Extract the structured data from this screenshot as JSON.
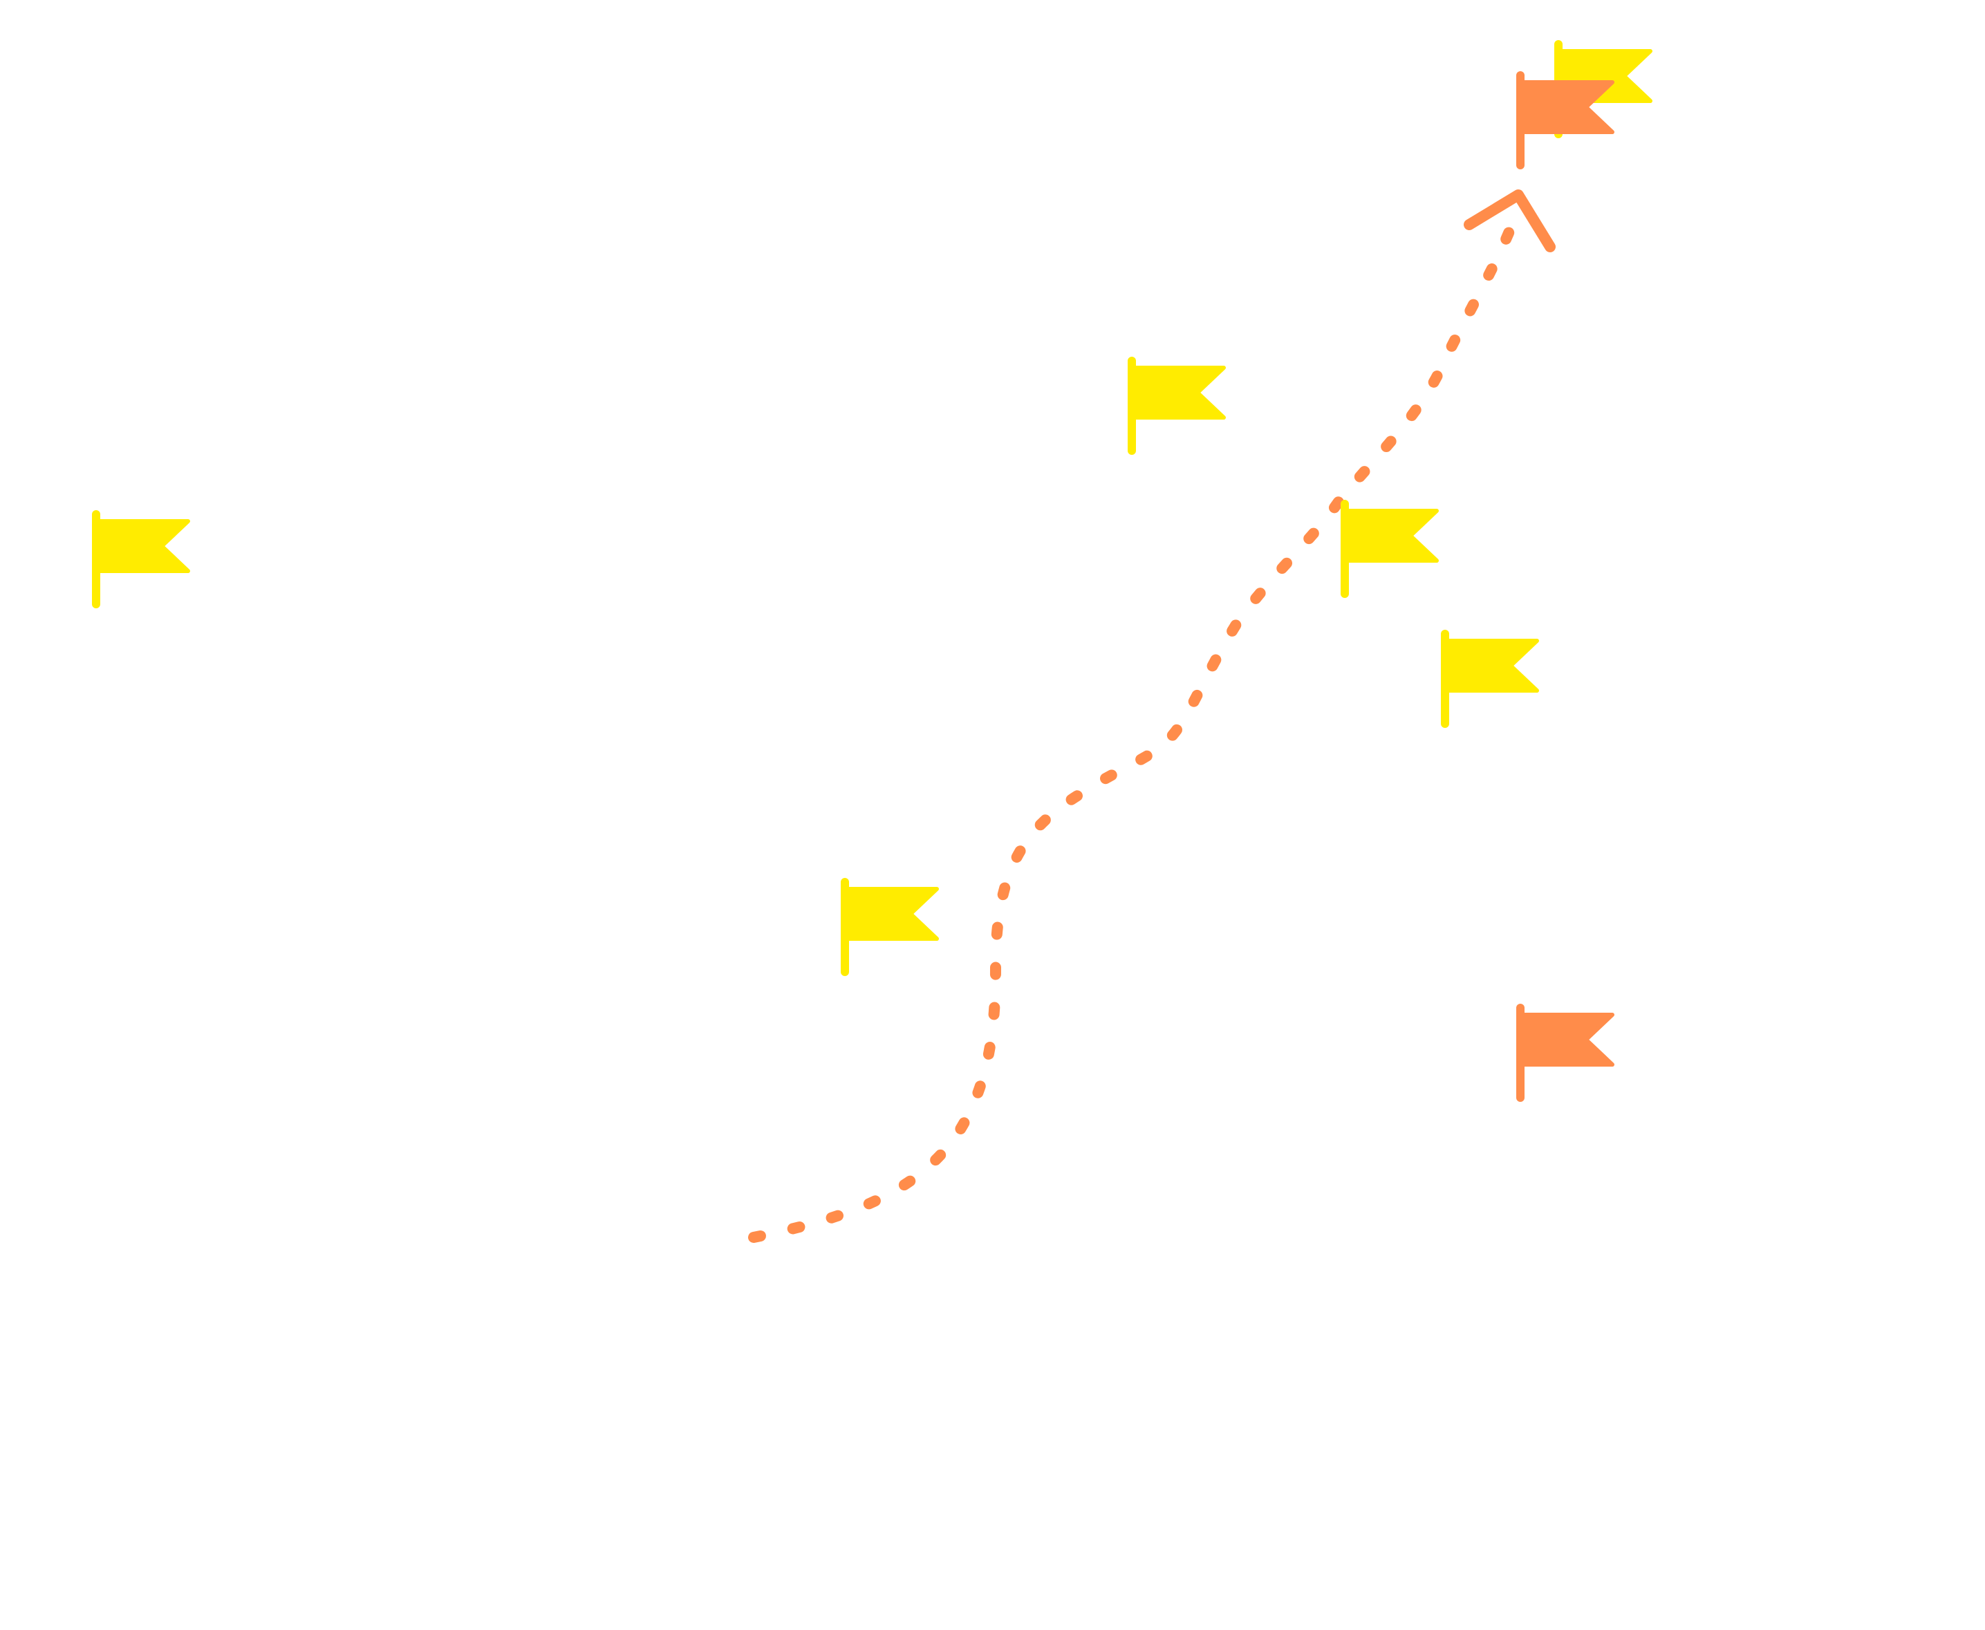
{
  "colors": {
    "background": "#ffffff",
    "flag_yellow": "#ffec00",
    "flag_orange": "#ff8c4a",
    "path_orange": "#ff8c4a"
  },
  "flags": [
    {
      "name": "yellow-flag-left",
      "color": "flag_yellow"
    },
    {
      "name": "yellow-flag-upper-middle",
      "color": "flag_yellow"
    },
    {
      "name": "yellow-flag-center-right",
      "color": "flag_yellow"
    },
    {
      "name": "yellow-flag-right",
      "color": "flag_yellow"
    },
    {
      "name": "yellow-flag-lower-middle",
      "color": "flag_yellow"
    },
    {
      "name": "yellow-flag-top-right",
      "color": "flag_yellow"
    },
    {
      "name": "orange-flag-goal",
      "color": "flag_orange"
    },
    {
      "name": "orange-flag-lower-right",
      "color": "flag_orange"
    }
  ],
  "path": {
    "style": "dashed",
    "arrowhead": "up-right"
  }
}
